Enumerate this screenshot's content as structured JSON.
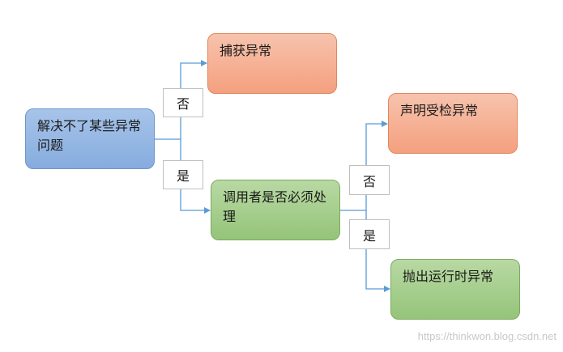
{
  "nodes": {
    "root": "解决不了某些异常问题",
    "catch": "捕获异常",
    "must_handle": "调用者是否必须处理",
    "declare": "声明受检异常",
    "throw_runtime": "抛出运行时异常"
  },
  "edge_labels": {
    "root_no": "否",
    "root_yes": "是",
    "handle_no": "否",
    "handle_yes": "是"
  },
  "colors": {
    "connector": "#5b9bd5",
    "blue_node": "#86acde",
    "orange_node": "#f4a07f",
    "green_node": "#95c47a"
  },
  "watermark": "https://thinkwon.blog.csdn.net"
}
